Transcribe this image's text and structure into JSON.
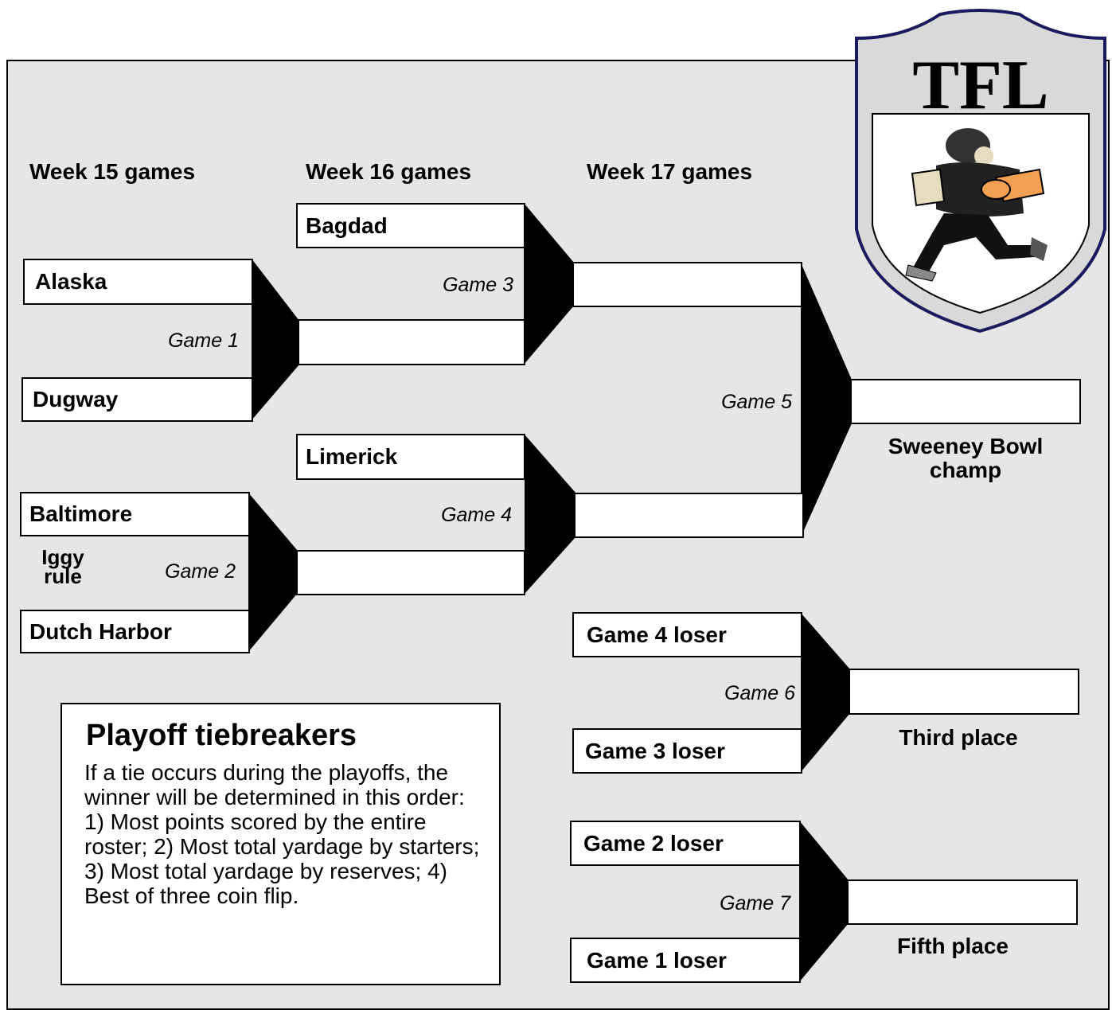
{
  "headers": {
    "week15": "Week 15 games",
    "week16": "Week 16 games",
    "week17": "Week 17 games"
  },
  "teams": {
    "alaska": "Alaska",
    "dugway": "Dugway",
    "baltimore": "Baltimore",
    "dutch_harbor": "Dutch Harbor",
    "bagdad": "Bagdad",
    "limerick": "Limerick"
  },
  "games": {
    "g1": "Game 1",
    "g2": "Game 2",
    "g3": "Game 3",
    "g4": "Game 4",
    "g5": "Game 5",
    "g6": "Game 6",
    "g7": "Game 7"
  },
  "losers": {
    "g4": "Game 4 loser",
    "g3": "Game 3 loser",
    "g2": "Game 2 loser",
    "g1": "Game 1 loser"
  },
  "results": {
    "champ": "Sweeney Bowl champ",
    "third": "Third place",
    "fifth": "Fifth place"
  },
  "iggy": "Iggy rule",
  "tiebreakers": {
    "title": "Playoff tiebreakers",
    "text": "If a tie occurs during the playoffs, the winner will be determined in this order: 1) Most points scored by the entire roster; 2) Most total yardage by starters; 3) Most total yardage by reserves; 4) Best of three coin flip."
  },
  "logo": {
    "text": "TFL",
    "shield_color": "#d9d9d9",
    "outline_color": "#1a1a5e",
    "accent_color": "#f0a050"
  }
}
